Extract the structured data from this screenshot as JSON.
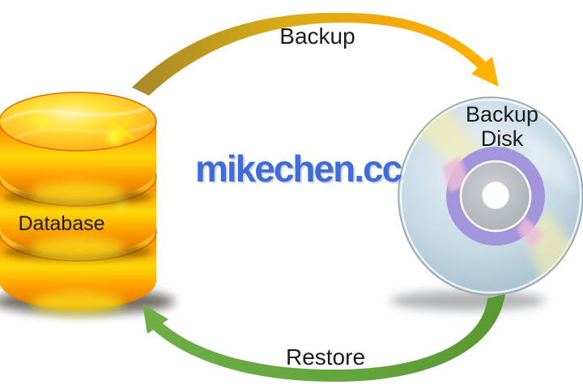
{
  "diagram": {
    "nodes": {
      "database": {
        "label": "Database"
      },
      "backup_disk": {
        "label_line1": "Backup",
        "label_line2": "Disk"
      }
    },
    "arrows": {
      "backup": {
        "label": "Backup",
        "color": "#f7a908"
      },
      "restore": {
        "label": "Restore",
        "color": "#64a53c"
      }
    },
    "watermark": {
      "text": "mikechen.cc",
      "color": "#3f6cd8"
    },
    "colors": {
      "background": "#ffffff",
      "label_text": "#1b1b1b",
      "database_body_orange": "#fb9b06",
      "database_top_yellow": "#ffe23a",
      "disk_surface_blue": "#c6d9e4",
      "disk_ring_purple": "#a295dc",
      "disk_hub_gray": "#b2b7bb",
      "disk_sheen_yellow": "#f2ecb4"
    }
  }
}
